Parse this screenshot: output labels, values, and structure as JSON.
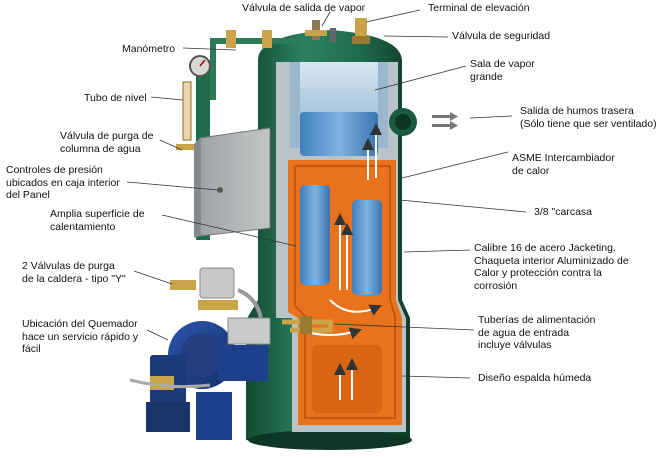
{
  "labels": {
    "valvula_salida_vapor": "Válvula de salida de vapor",
    "terminal_elevacion": "Terminal de elevación",
    "valvula_seguridad": "Válvula de seguridad",
    "manometro": "Manómetro",
    "sala_vapor": "Sala de vapor\ngrande",
    "tubo_nivel": "Tubo de nivel",
    "salida_humos": "Salida de humos trasera\n(Sólo tiene que ser ventilado)",
    "valvula_purga_columna": "Válvula de purga de\ncolumna de agua",
    "asme": "ASME Intercambiador\nde calor",
    "controles_presion": "Controles de presión\nubicados en caja interior\ndel Panel",
    "carcasa": "3/8 \"carcasa",
    "superficie_calentamiento": "Amplia superficie de\ncalentamiento",
    "calibre": "Calibre 16 de acero Jacketing.\nChaqueta interior Aluminizado de\nCalor y protección contra la\ncorrosión",
    "valvulas_purga_caldera": "2 Válvulas de purga\nde la caldera - tipo \"Y\"",
    "quemador": "Ubicación del Quemador\nhace un servicio rápido y\nfácil",
    "tuberias": "Tuberías de alimentación\nde agua de entrada\nincluye válvulas",
    "espalda_humeda": "Diseño espalda húmeda"
  },
  "colors": {
    "shell_green": "#1f6b4c",
    "refractory_orange": "#e8731c",
    "water_blue": "#4f8fc9",
    "insulation_gray": "#b9c3c8",
    "panel_gray": "#a7acad",
    "burner_blue": "#1d3f8c"
  }
}
